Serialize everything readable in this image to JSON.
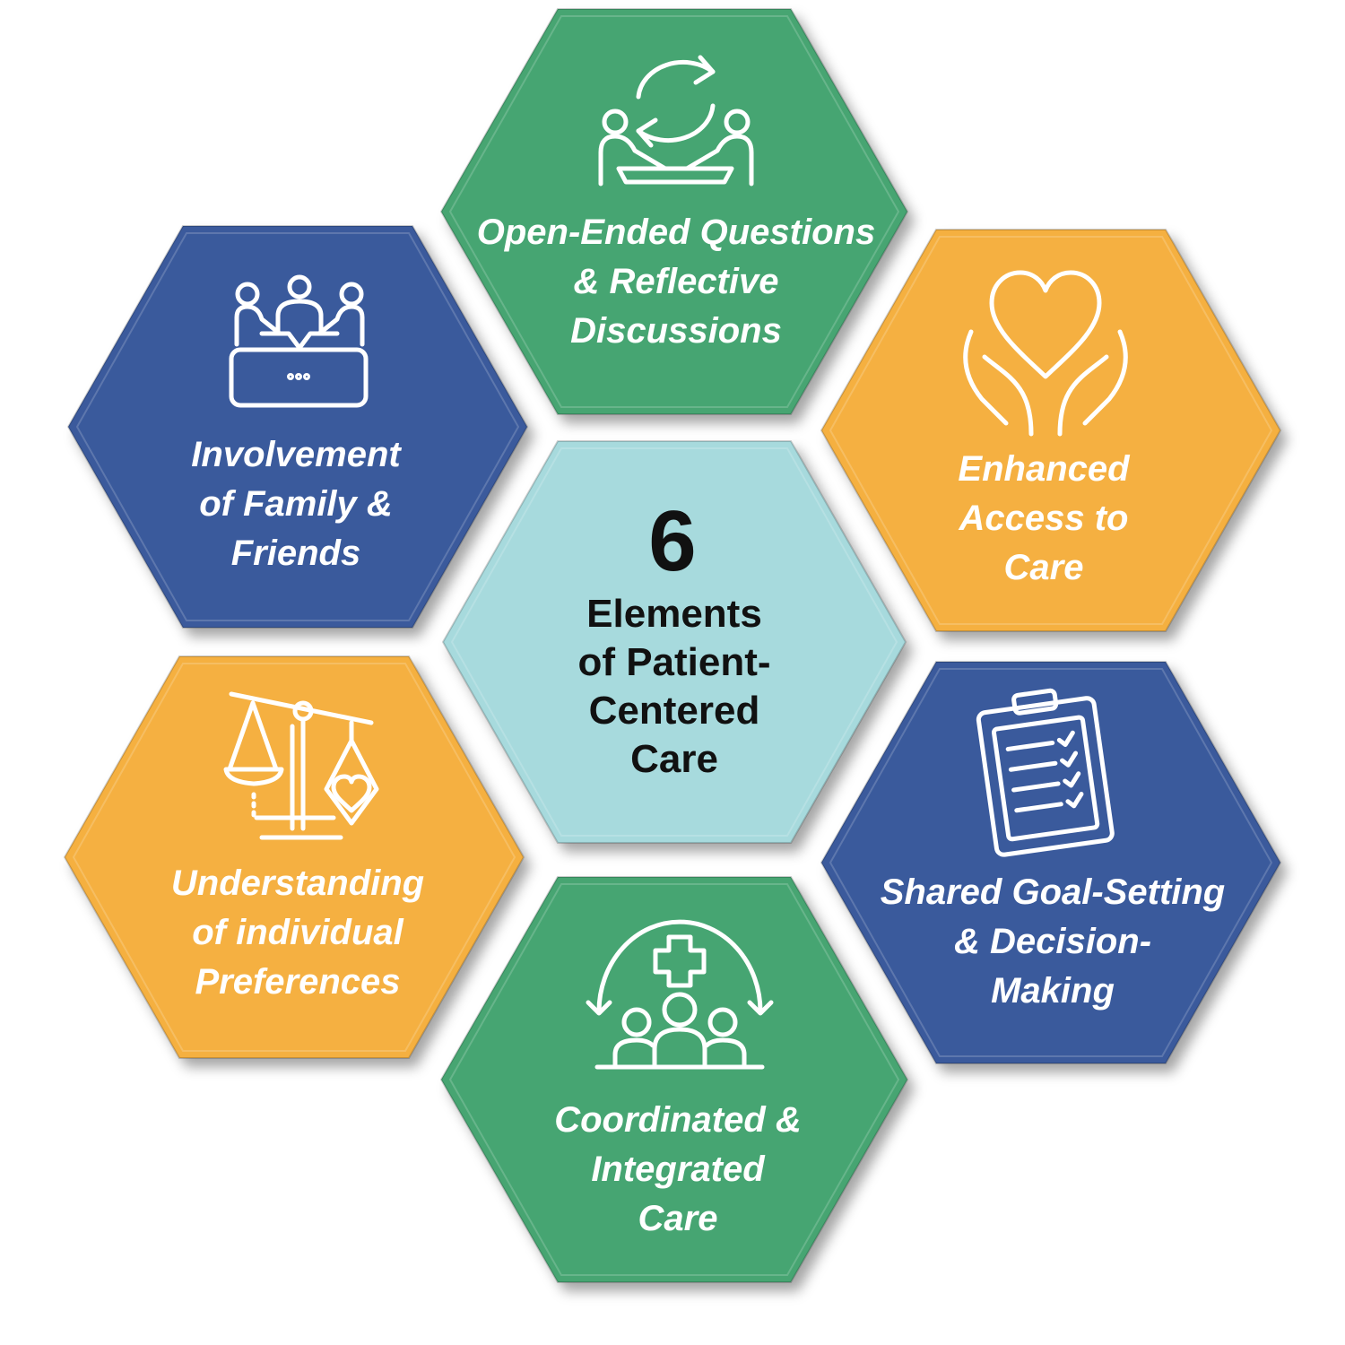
{
  "colors": {
    "green": "#46a572",
    "blue": "#3a5a9c",
    "orange": "#f5b041",
    "teal": "#a7dadd",
    "text_light": "#ffffff",
    "text_dark": "#111111"
  },
  "center": {
    "number": "6",
    "line1": "Elements",
    "line2": "of Patient-",
    "line3": "Centered",
    "line4": "Care"
  },
  "elements": [
    {
      "id": "open-ended-questions",
      "icon": "conversation-cycle-icon",
      "color": "green",
      "lines": [
        "Open-Ended Questions",
        "& Reflective",
        "Discussions"
      ]
    },
    {
      "id": "enhanced-access",
      "icon": "hands-heart-icon",
      "color": "orange",
      "lines": [
        "Enhanced",
        "Access to",
        "Care"
      ]
    },
    {
      "id": "shared-goal-setting",
      "icon": "clipboard-checklist-icon",
      "color": "blue",
      "lines": [
        "Shared Goal-Setting",
        "& Decision-",
        "Making"
      ]
    },
    {
      "id": "coordinated-care",
      "icon": "medical-team-icon",
      "color": "green",
      "lines": [
        "Coordinated &",
        "Integrated",
        "Care"
      ]
    },
    {
      "id": "understanding-preferences",
      "icon": "balance-scale-heart-icon",
      "color": "orange",
      "lines": [
        "Understanding",
        "of individual",
        "Preferences"
      ]
    },
    {
      "id": "involvement-family",
      "icon": "family-meeting-icon",
      "color": "blue",
      "lines": [
        "Involvement",
        "of Family &",
        "Friends"
      ]
    }
  ]
}
